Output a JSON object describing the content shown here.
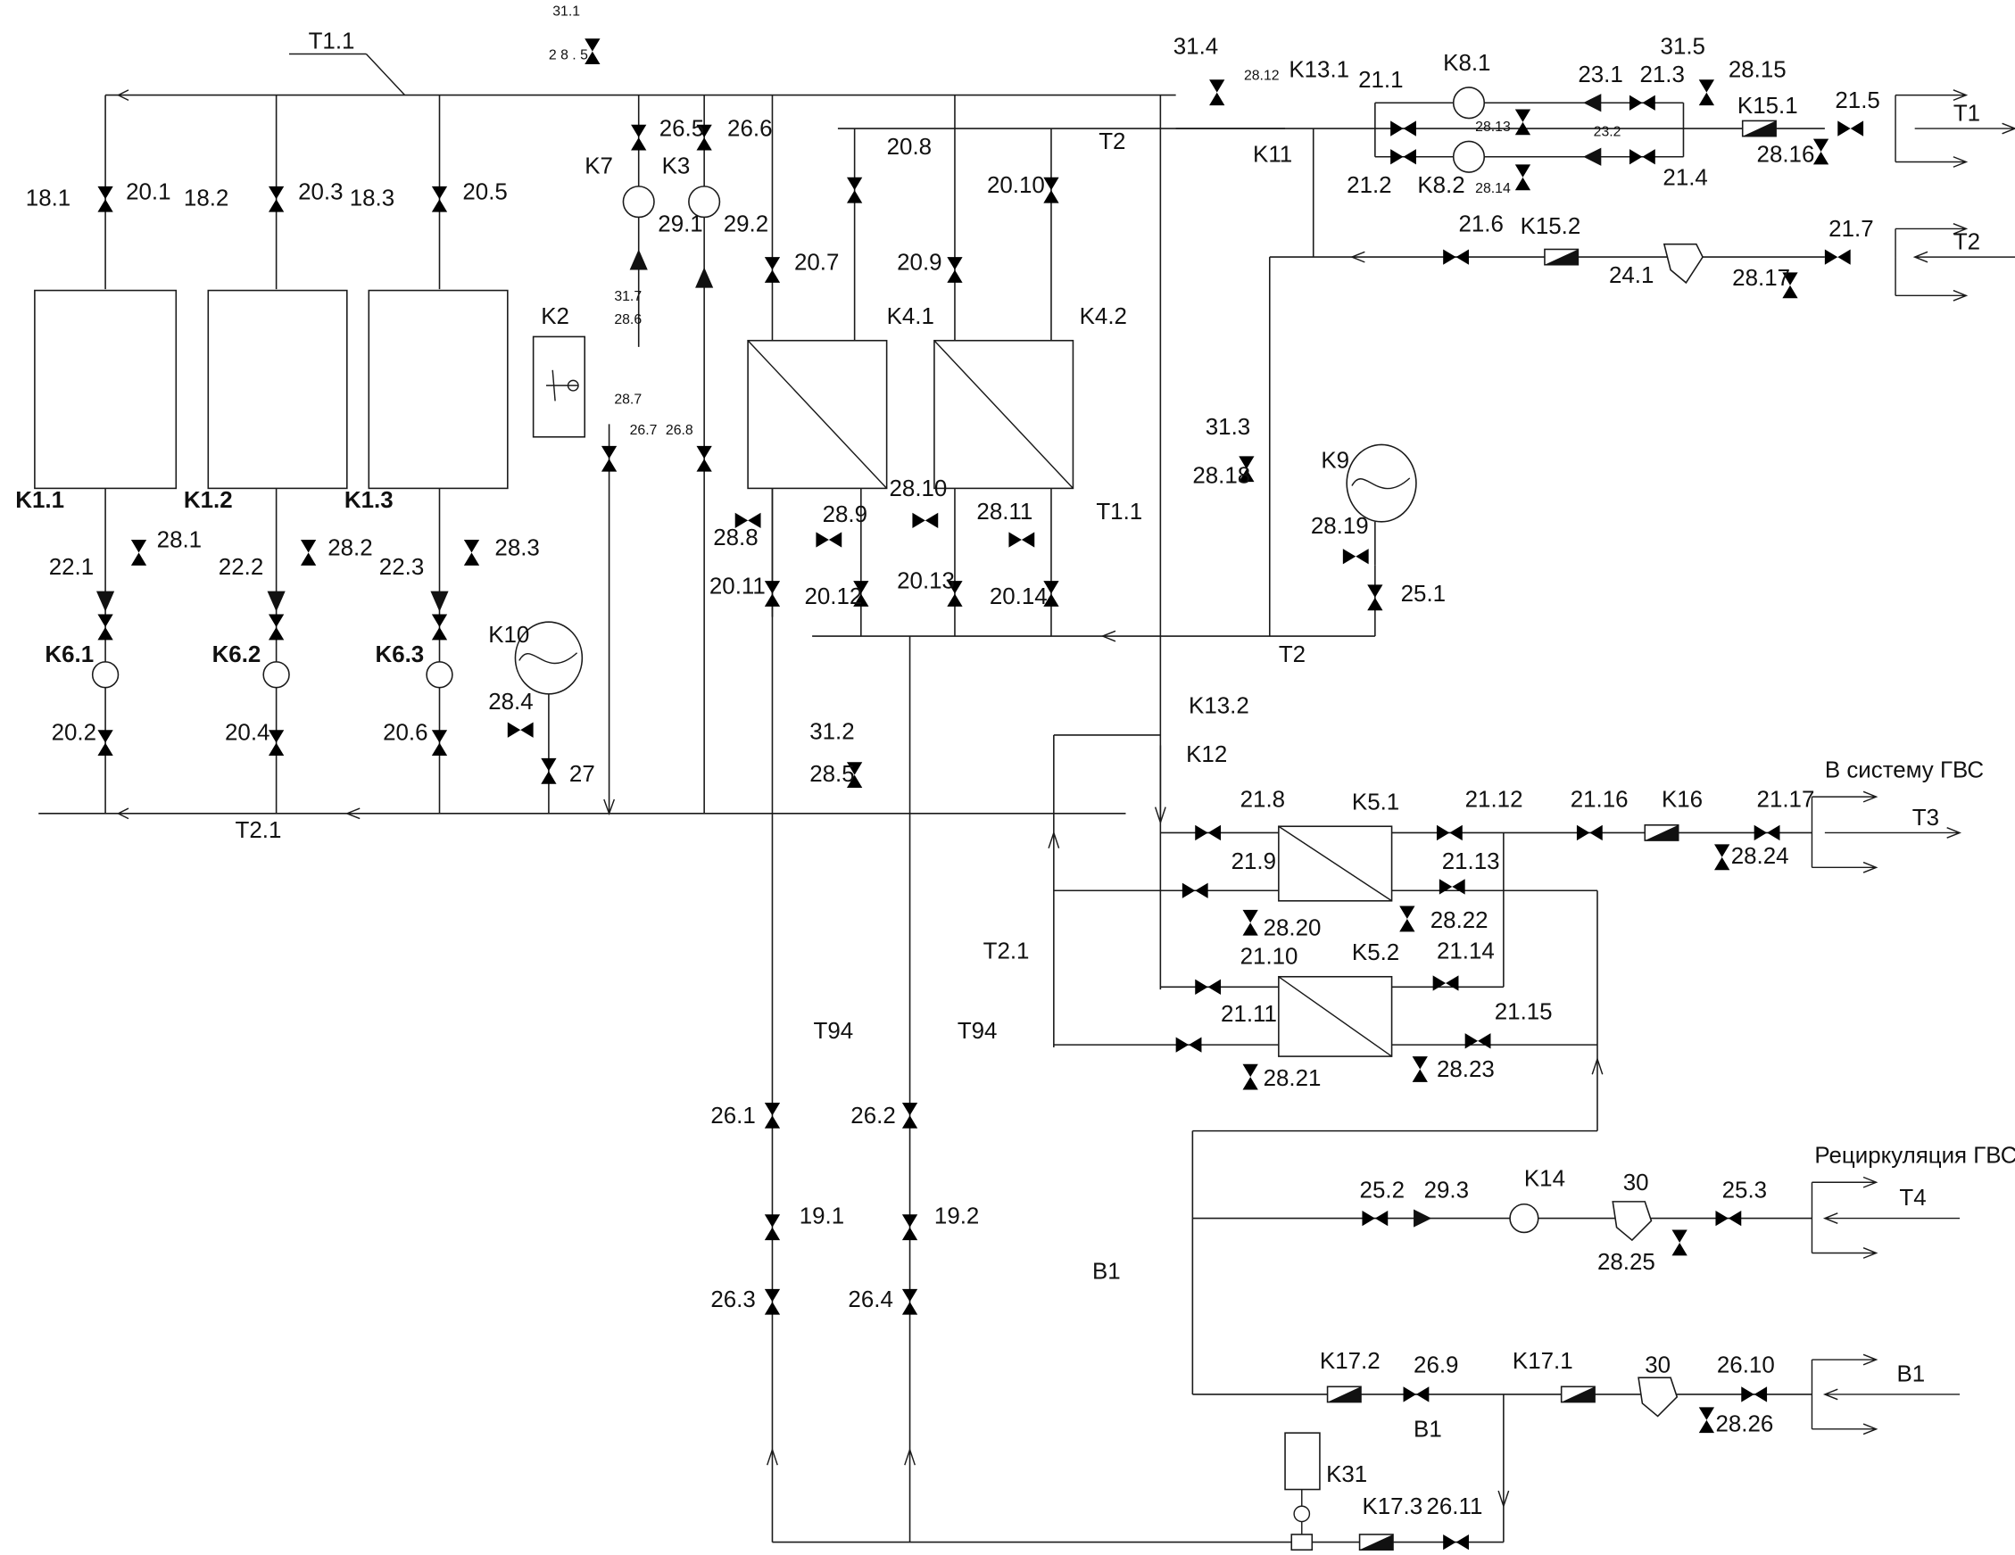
{
  "labels": {
    "T1_1_top": "T1.1",
    "T2_top": "T2",
    "T1_1_mid": "T1.1",
    "T2_mid": "T2",
    "T2_1_bottom": "T2.1",
    "T2_1_left": "T2.1",
    "T94_a": "T94",
    "T94_b": "T94",
    "B1_a": "B1",
    "B1_b": "B1",
    "K1_1": "K1.1",
    "K1_2": "K1.2",
    "K1_3": "K1.3",
    "K6_1": "K6.1",
    "K6_2": "K6.2",
    "K6_3": "K6.3",
    "K2": "K2",
    "K3": "K3",
    "K7": "K7",
    "K8_1": "K8.1",
    "K8_2": "K8.2",
    "K9": "K9",
    "K10": "K10",
    "K11": "K11",
    "K12": "K12",
    "K13_1": "K13.1",
    "K13_2": "K13.2",
    "K14": "K14",
    "K15_1": "K15.1",
    "K15_2": "K15.2",
    "K16": "K16",
    "K17_1": "K17.1",
    "K17_2": "K17.2",
    "K17_3": "K17.3",
    "K31": "K31",
    "K4_1": "K4.1",
    "K4_2": "K4.2",
    "K5_1": "K5.1",
    "K5_2": "K5.2",
    "v18_1": "18.1",
    "v18_2": "18.2",
    "v18_3": "18.3",
    "v20_1": "20.1",
    "v20_2": "20.2",
    "v20_3": "20.3",
    "v20_4": "20.4",
    "v20_5": "20.5",
    "v20_6": "20.6",
    "v20_7": "20.7",
    "v20_8": "20.8",
    "v20_9": "20.9",
    "v20_10": "20.10",
    "v20_11": "20.11",
    "v20_12": "20.12",
    "v20_13": "20.13",
    "v20_14": "20.14",
    "v22_1": "22.1",
    "v22_2": "22.2",
    "v22_3": "22.3",
    "v28_1": "28.1",
    "v28_2": "28.2",
    "v28_3": "28.3",
    "v28_4": "28.4",
    "v28_5": "28.5",
    "v28_5_top": "2 8 . 5",
    "v28_6": "28.6",
    "v28_7": "28.7",
    "v28_8": "28.8",
    "v28_9": "28.9",
    "v28_10": "28.10",
    "v28_11": "28.11",
    "v28_12": "28.12",
    "v28_13": "28.13",
    "v28_14": "28.14",
    "v28_15": "28.15",
    "v28_16": "28.16",
    "v28_17": "28.17",
    "v28_18": "28.18",
    "v28_19": "28.19",
    "v28_20": "28.20",
    "v28_21": "28.21",
    "v28_22": "28.22",
    "v28_23": "28.23",
    "v28_24": "28.24",
    "v28_25": "28.25",
    "v28_26": "28.26",
    "v26_1": "26.1",
    "v26_2": "26.2",
    "v26_3": "26.3",
    "v26_4": "26.4",
    "v26_5": "26.5",
    "v26_6": "26.6",
    "v26_7": "26.7",
    "v26_8": "26.8",
    "v26_9": "26.9",
    "v26_10": "26.10",
    "v26_11": "26.11",
    "v29_1": "29.1",
    "v29_2": "29.2",
    "v29_3": "29.3",
    "v31_1": "31.1",
    "v31_2": "31.2",
    "v31_3": "31.3",
    "v31_4": "31.4",
    "v31_5": "31.5",
    "v31_7": "31.7",
    "v21_1": "21.1",
    "v21_2": "21.2",
    "v21_3": "21.3",
    "v21_4": "21.4",
    "v21_5": "21.5",
    "v21_6": "21.6",
    "v21_7": "21.7",
    "v21_8": "21.8",
    "v21_9": "21.9",
    "v21_10": "21.10",
    "v21_11": "21.11",
    "v21_12": "21.12",
    "v21_13": "21.13",
    "v21_14": "21.14",
    "v21_15": "21.15",
    "v21_16": "21.16",
    "v21_17": "21.17",
    "v23_1": "23.1",
    "v23_2": "23.2",
    "v24_1": "24.1",
    "v25_1": "25.1",
    "v25_2": "25.2",
    "v25_3": "25.3",
    "v19_1": "19.1",
    "v19_2": "19.2",
    "v27": "27",
    "v30_a": "30",
    "v30_b": "30",
    "out_T1": "T1",
    "out_T2": "T2",
    "out_T3": "T3",
    "out_T4": "T4",
    "out_B1": "B1",
    "note_dhw": "В систему ГВС",
    "note_recirc": "Рециркуляция ГВС"
  }
}
